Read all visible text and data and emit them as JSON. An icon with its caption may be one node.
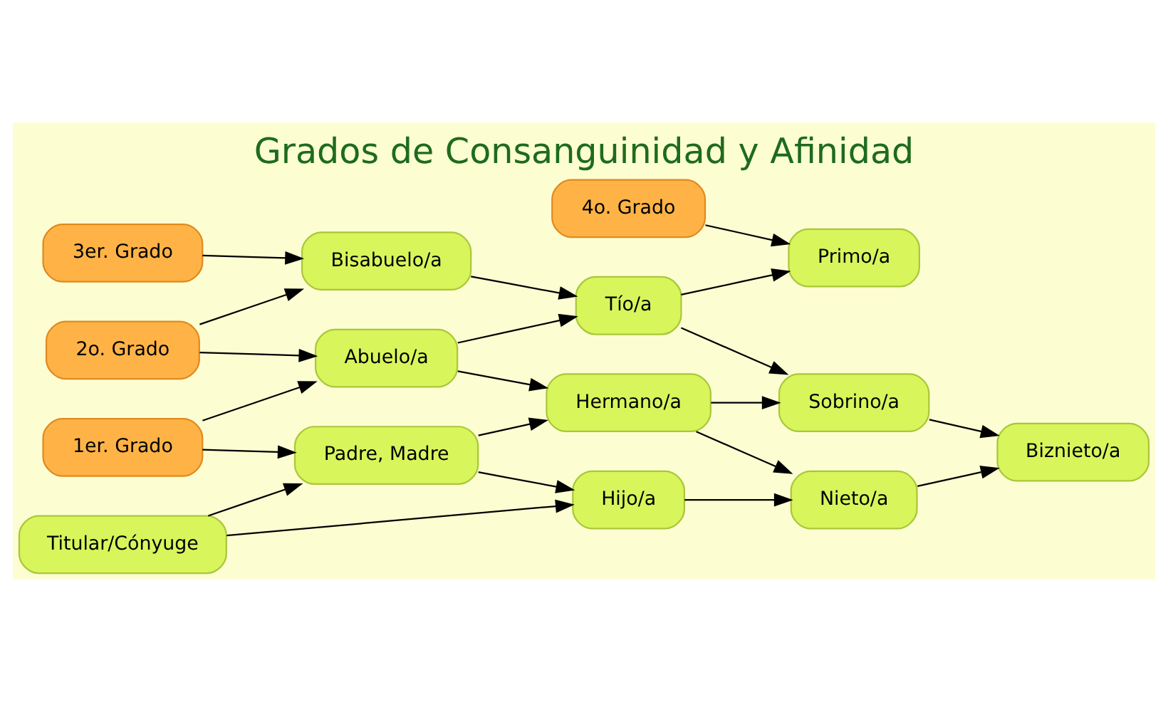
{
  "diagram": {
    "title": "Grados de Consanguinidad y Afinidad",
    "nodes": [
      {
        "text": [
          "1er. Grado"
        ]
      },
      {
        "text": [
          "2o. Grado"
        ]
      },
      {
        "text": [
          "3er. Grado"
        ]
      },
      {
        "text": [
          "4o. Grado"
        ]
      },
      {
        "text": [
          "Bisabuelo/a"
        ]
      },
      {
        "text": [
          "Abuelo/a"
        ]
      },
      {
        "text": [
          "Padre, Madre"
        ]
      },
      {
        "text": [
          "Tío/a"
        ]
      },
      {
        "text": [
          "Titular/Cónyuge"
        ]
      },
      {
        "text": [
          "Hermano/a"
        ]
      },
      {
        "text": [
          "Primo/a"
        ]
      },
      {
        "text": [
          "Hijo/a"
        ]
      },
      {
        "text": [
          "Sobrino/a"
        ]
      },
      {
        "text": [
          "Nieto/a"
        ]
      },
      {
        "text": [
          "Biznieto/a"
        ]
      }
    ],
    "edges": [
      {
        "from": 0,
        "to": 6,
        "arrow": "to"
      },
      {
        "from": 0,
        "to": 5,
        "arrow": "to"
      },
      {
        "from": 1,
        "to": 5,
        "arrow": "to"
      },
      {
        "from": 1,
        "to": 4,
        "arrow": "to"
      },
      {
        "from": 2,
        "to": 4,
        "arrow": "to"
      },
      {
        "from": 3,
        "to": 10,
        "arrow": "to"
      },
      {
        "from": 4,
        "to": 7,
        "arrow": "to"
      },
      {
        "from": 5,
        "to": 9,
        "arrow": "to"
      },
      {
        "from": 5,
        "to": 7,
        "arrow": "to"
      },
      {
        "from": 8,
        "to": 6,
        "arrow": "to"
      },
      {
        "from": 8,
        "to": 11,
        "arrow": "to"
      },
      {
        "from": 6,
        "to": 11,
        "arrow": "to"
      },
      {
        "from": 6,
        "to": 9,
        "arrow": "to"
      },
      {
        "from": 7,
        "to": 12,
        "arrow": "to"
      },
      {
        "from": 7,
        "to": 10,
        "arrow": "to"
      },
      {
        "from": 9,
        "to": 13,
        "arrow": "to"
      },
      {
        "from": 9,
        "to": 12,
        "arrow": "to"
      },
      {
        "from": 11,
        "to": 13,
        "arrow": "to"
      },
      {
        "from": 12,
        "to": 14,
        "arrow": "to"
      },
      {
        "from": 13,
        "to": 14,
        "arrow": "to"
      }
    ]
  }
}
